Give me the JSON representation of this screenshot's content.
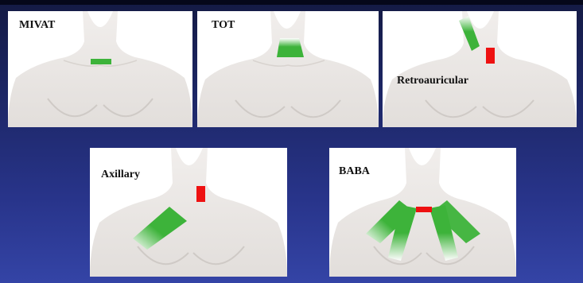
{
  "figure": {
    "panels": [
      {
        "id": "mivat",
        "label": "MIVAT"
      },
      {
        "id": "tot",
        "label": "TOT"
      },
      {
        "id": "retroauricular",
        "label": "Retroauricular"
      },
      {
        "id": "axillary",
        "label": "Axillary"
      },
      {
        "id": "baba",
        "label": "BABA"
      }
    ]
  },
  "colors": {
    "background": "#1f2a6e",
    "panel": "#ffffff",
    "skin": "#ece9e7",
    "skin_shadow": "#cfcac6",
    "incision_zone": "#3db33a",
    "incision_mark": "#ee1111"
  }
}
